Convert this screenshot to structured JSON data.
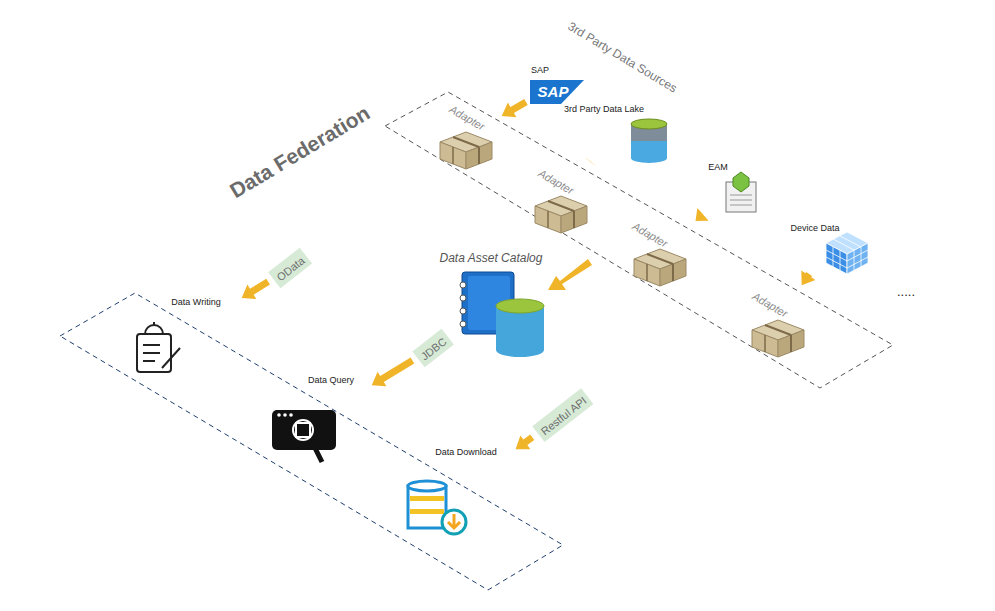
{
  "diagram": {
    "nodes": [
      {
        "text": [
          "Data Federation"
        ]
      },
      {
        "text": [
          "3rd Party Data Sources"
        ]
      },
      {
        "text": [
          "SAP",
          "SAP"
        ],
        "in": 1
      },
      {
        "text": [
          "3rd Party Data Lake"
        ],
        "in": 1
      },
      {
        "text": [
          "EAM"
        ],
        "in": 1
      },
      {
        "text": [
          "Device Data"
        ],
        "in": 1
      },
      {
        "text": [
          "Adapter"
        ],
        "in": 0
      },
      {
        "text": [
          "Adapter"
        ],
        "in": 0
      },
      {
        "text": [
          "Adapter"
        ],
        "in": 0
      },
      {
        "text": [
          "Adapter"
        ],
        "in": 0
      },
      {
        "text": [
          "Data Asset Catalog"
        ],
        "in": 0
      },
      {
        "text": [
          "OData"
        ],
        "in": 0
      },
      {
        "text": [
          "Data Writing"
        ],
        "in": 0
      },
      {
        "text": [
          "JDBC"
        ],
        "in": 0
      },
      {
        "text": [
          "Data Query"
        ],
        "in": 0
      },
      {
        "text": [
          "Restful API"
        ],
        "in": 0
      },
      {
        "text": [
          "Data Download"
        ],
        "in": 0
      }
    ],
    "edges": [
      {
        "from": 2,
        "to": 6,
        "arrow": "to"
      },
      {
        "from": 3,
        "to": 7,
        "arrow": "to"
      },
      {
        "from": 4,
        "to": 8,
        "arrow": "to"
      },
      {
        "from": 5,
        "to": 9,
        "arrow": "to"
      },
      {
        "from": 11,
        "to": 12,
        "arrow": "to"
      },
      {
        "from": 13,
        "to": 14,
        "arrow": "to"
      },
      {
        "from": 15,
        "to": 16,
        "arrow": "to"
      }
    ],
    "labels": [
      "....."
    ]
  }
}
